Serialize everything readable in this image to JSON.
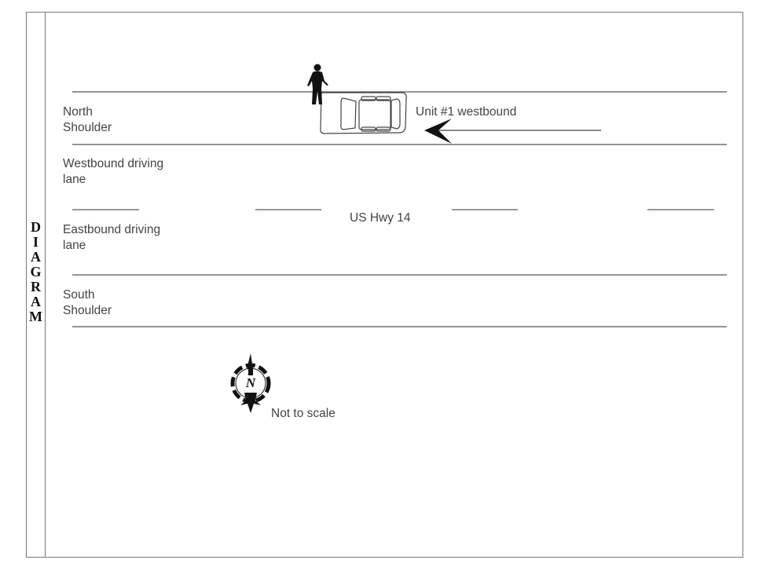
{
  "side_label": {
    "text": "DIAGRAM",
    "letters": [
      "D",
      "I",
      "A",
      "G",
      "R",
      "A",
      "M"
    ]
  },
  "road": {
    "name": "US Hwy 14",
    "zones": {
      "north_shoulder": [
        "North",
        "Shoulder"
      ],
      "westbound_lane": [
        "Westbound driving",
        "lane"
      ],
      "eastbound_lane": [
        "Eastbound driving",
        "lane"
      ],
      "south_shoulder": [
        "South",
        "Shoulder"
      ]
    }
  },
  "vehicle": {
    "label": "Unit #1 westbound",
    "direction": "west",
    "icon": "car-top-view-icon"
  },
  "pedestrian": {
    "icon": "pedestrian-silhouette-icon"
  },
  "compass": {
    "icon": "north-arrow-compass-icon",
    "letter": "N"
  },
  "scale_note": "Not to scale",
  "colors": {
    "line": "#555555",
    "frame": "#777777",
    "text": "#444444",
    "ink": "#111111"
  }
}
